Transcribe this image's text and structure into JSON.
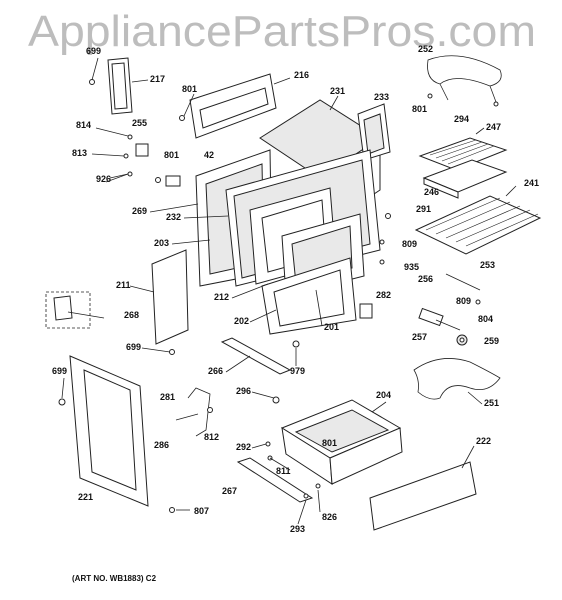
{
  "watermark": {
    "text": "AppliancePartsPros.com"
  },
  "art_number": "(ART NO. WB1883) C2",
  "callouts": {
    "c699a": "699",
    "c217": "217",
    "c216": "216",
    "c801a": "801",
    "c231": "231",
    "c233": "233",
    "c252": "252",
    "c801b": "801",
    "c294": "294",
    "c247": "247",
    "c814": "814",
    "c255": "255",
    "c813": "813",
    "c801c": "801",
    "c42": "42",
    "c926": "926",
    "c246": "246",
    "c241": "241",
    "c269": "269",
    "c232": "232",
    "c291": "291",
    "c203": "203",
    "c809a": "809",
    "c935": "935",
    "c253": "253",
    "c256": "256",
    "c211": "211",
    "c282": "282",
    "c809b": "809",
    "c804": "804",
    "c212": "212",
    "c268": "268",
    "c202": "202",
    "c201": "201",
    "c257": "257",
    "c259": "259",
    "c699b": "699",
    "c266": "266",
    "c979": "979",
    "c699c": "699",
    "c251": "251",
    "c281": "281",
    "c296": "296",
    "c204": "204",
    "c812": "812",
    "c286": "286",
    "c292": "292",
    "c801d": "801",
    "c222": "222",
    "c811": "811",
    "c267": "267",
    "c221": "221",
    "c807": "807",
    "c826": "826",
    "c293": "293"
  },
  "colors": {
    "line": "#222222",
    "watermark": "#bdbdbd",
    "background": "#ffffff"
  }
}
